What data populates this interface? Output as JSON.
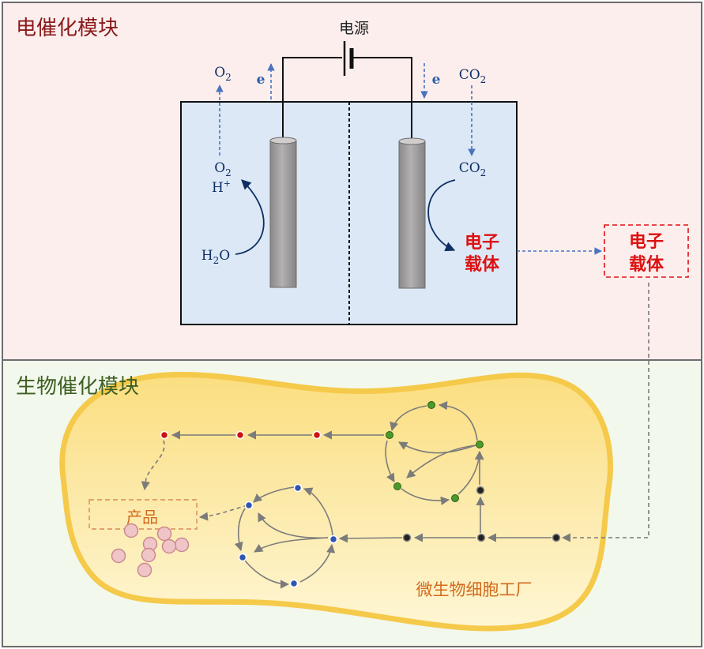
{
  "modules": {
    "electro": {
      "title": "电催化模块"
    },
    "bio": {
      "title": "生物催化模块"
    }
  },
  "cell": {
    "power_label": "电源",
    "electron_symbol": "e",
    "anode": {
      "o2_top": {
        "base": "O",
        "sub": "2"
      },
      "o2_inner": {
        "base": "O",
        "sub": "2"
      },
      "proton": {
        "base": "H",
        "sup": "+"
      },
      "water": {
        "pre": "H",
        "sub": "2",
        "post": "O"
      }
    },
    "cathode": {
      "co2_top": {
        "base": "CO",
        "sub": "2"
      },
      "co2_inner": {
        "base": "CO",
        "sub": "2"
      },
      "carrier_line1": "电子",
      "carrier_line2": "载体"
    }
  },
  "carrier_box": {
    "line1": "电子",
    "line2": "载体"
  },
  "bio": {
    "product_label": "产品",
    "factory_label": "微生物细胞工厂"
  },
  "colors": {
    "electro_bg": "#fdeeee",
    "bio_bg": "#f2f8ec",
    "electro_title": "#8b1a1a",
    "bio_title": "#3e5f22",
    "electrolyte": "#dce8f6",
    "electrode": "#9c9a9a",
    "carrier_red": "#dd1111",
    "arrow_blue": "#4a74c0",
    "navy": "#0f2f63",
    "cell_yellow": "#fce79a",
    "cell_border": "#f5c94a",
    "product_orange": "#d36a1c",
    "node_red": "#cc1111",
    "node_green": "#4a9a2a",
    "node_blue": "#2e55b0",
    "node_black": "#222222",
    "path_gray": "#7b7b7b"
  }
}
